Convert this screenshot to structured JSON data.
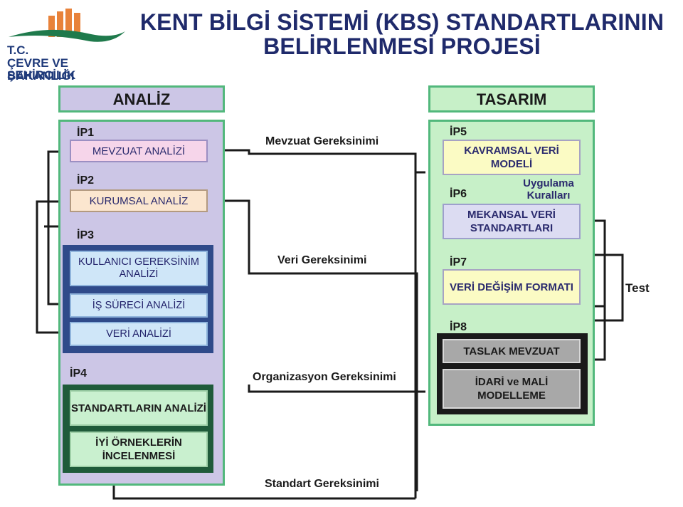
{
  "logo": {
    "line1": "T.C.",
    "line2": "ÇEVRE VE ŞEHİRCİLİK",
    "line3": "BAKANLIĞI",
    "colors": {
      "bars": "#e8823a",
      "swoosh": "#1f7a4c",
      "text": "#1f3a7a"
    }
  },
  "title": {
    "line1": "KENT BİLGİ SİSTEMİ (KBS) STANDARTLARININ",
    "line2": "BELİRLENMESİ PROJESİ"
  },
  "analysis": {
    "header": "ANALİZ",
    "ip1": "İP1",
    "mevzuat": "MEVZUAT ANALİZİ",
    "ip2": "İP2",
    "kurumsal": "KURUMSAL ANALİZ",
    "ip3": "İP3",
    "kullanici": "KULLANICI GEREKSİNİM ANALİZİ",
    "is_sureci": "İŞ SÜRECİ ANALİZİ",
    "veri": "VERİ ANALİZİ",
    "ip4": "İP4",
    "standartlarin": "STANDARTLARIN ANALİZİ",
    "iyi_ornekler": "İYİ ÖRNEKLERİN İNCELENMESİ"
  },
  "requirements": {
    "mevzuat": "Mevzuat Gereksinimi",
    "veri": "Veri Gereksinimi",
    "organizasyon": "Organizasyon Gereksinimi",
    "standart": "Standart Gereksinimi"
  },
  "design": {
    "header": "TASARIM",
    "ip5": "İP5",
    "kavramsal": "KAVRAMSAL VERİ MODELİ",
    "uygulama": "Uygulama Kuralları",
    "ip6": "İP6",
    "mekansal": "MEKANSAL VERİ STANDARTLARI",
    "ip7": "İP7",
    "veri_degisim": "VERİ DEĞİŞİM FORMATI",
    "ip8": "İP8",
    "taslak": "TASLAK MEVZUAT",
    "idari": "İDARİ ve MALİ MODELLEME"
  },
  "test_label": "Test",
  "colors": {
    "title": "#1f2a6b",
    "panel_border": "#52b87c",
    "analysis_bg": "#ccc6e6",
    "design_bg": "#c7f0c8",
    "lines": "#1a1a1a"
  }
}
